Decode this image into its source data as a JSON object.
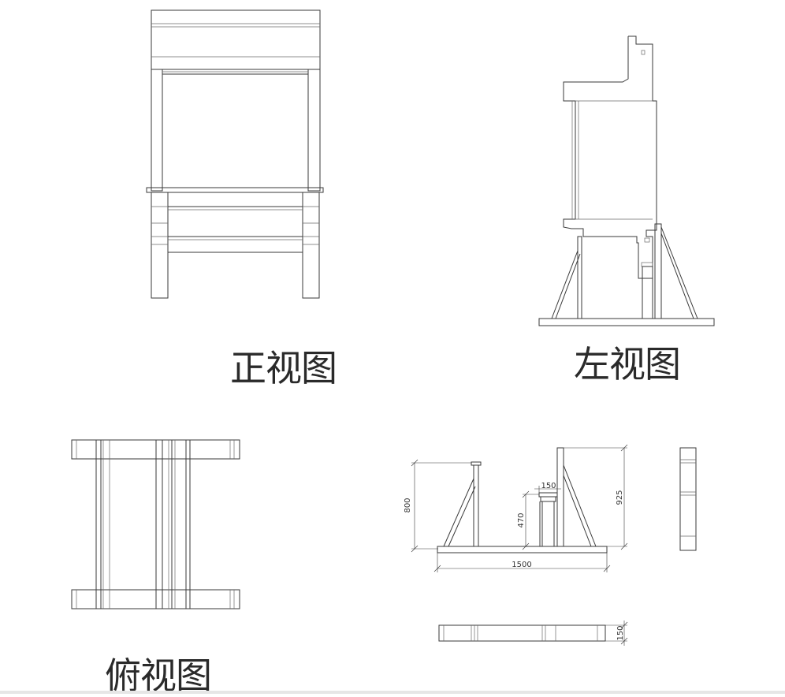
{
  "views": {
    "front": {
      "title": "正视图"
    },
    "left": {
      "title": "左视图"
    },
    "top": {
      "title": "俯视图"
    }
  },
  "dimensions": {
    "d800": "800",
    "d470": "470",
    "d150_top": "150",
    "d925": "925",
    "d1500": "1500",
    "d150_side": "150"
  },
  "colors": {
    "line": "#3a3a3a",
    "background": "#ffffff"
  }
}
